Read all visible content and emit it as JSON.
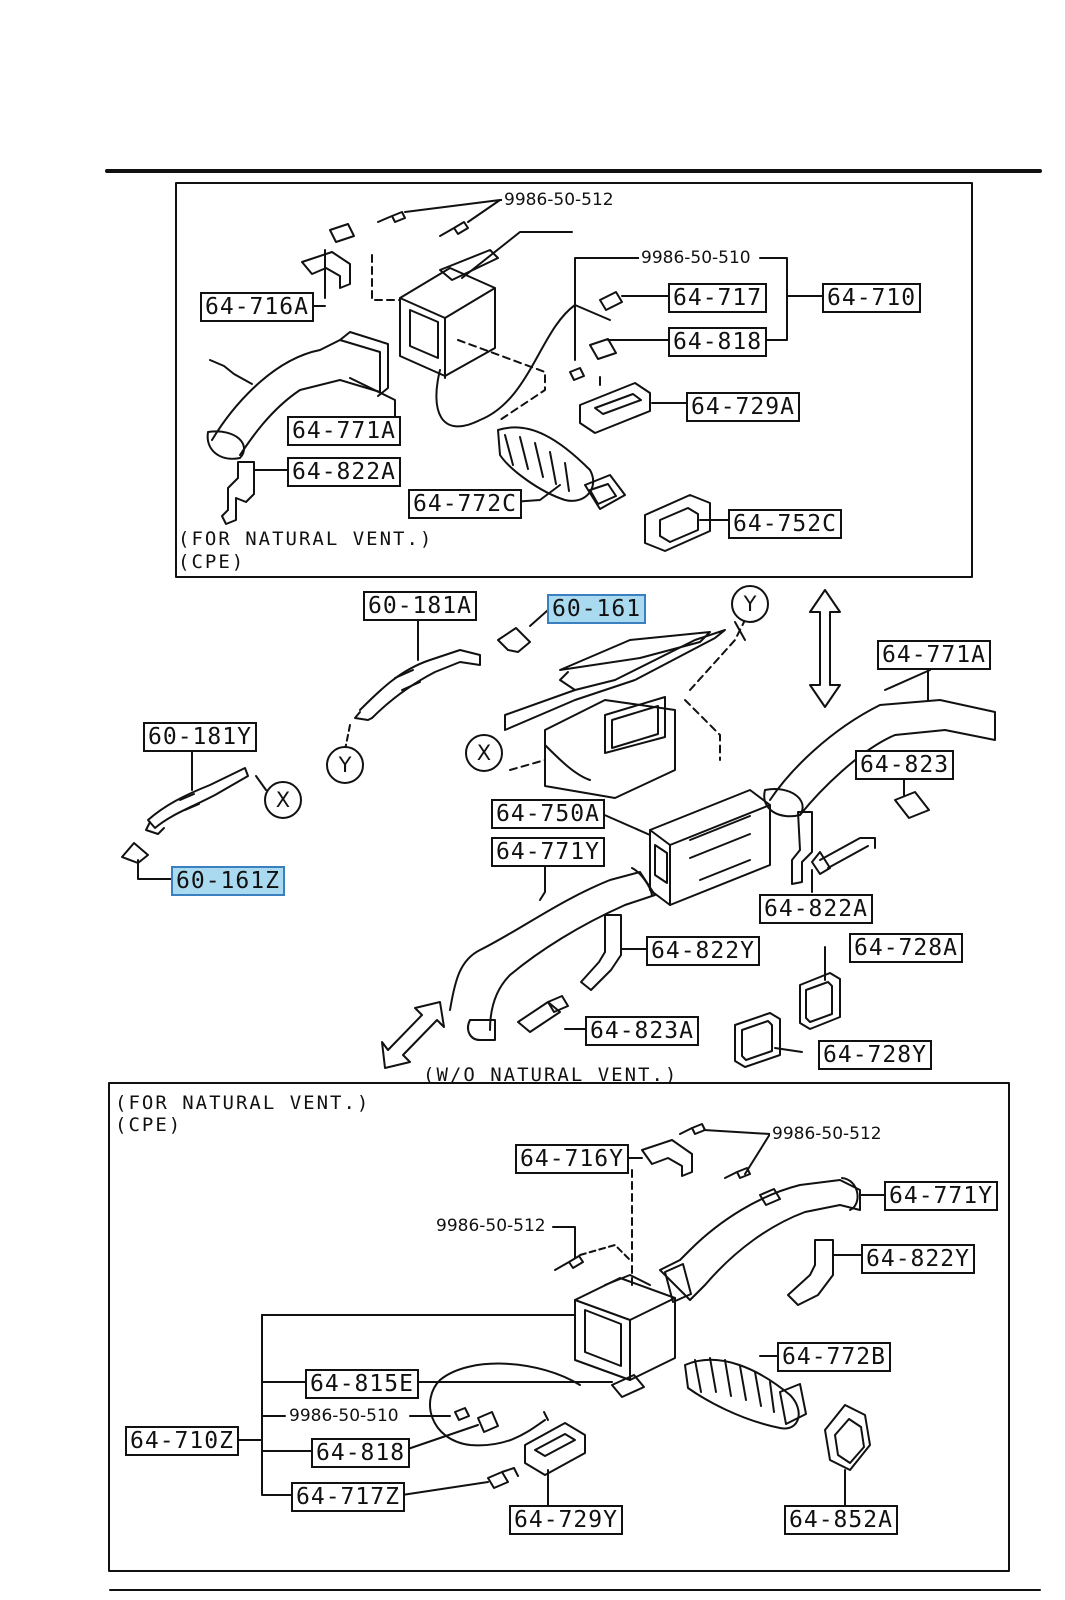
{
  "labels": {
    "top_screw_512": "9986-50-512",
    "top_screw_510": "9986-50-510",
    "top_716A": "64-716A",
    "top_717": "64-717",
    "top_710": "64-710",
    "top_818": "64-818",
    "top_729A": "64-729A",
    "top_771A": "64-771A",
    "top_822A": "64-822A",
    "top_772C": "64-772C",
    "top_752C": "64-752C",
    "mid_181A": "60-181A",
    "mid_161": "60-161",
    "mid_771A": "64-771A",
    "mid_181Y": "60-181Y",
    "mid_823": "64-823",
    "mid_750A": "64-750A",
    "mid_771Y": "64-771Y",
    "mid_161Z": "60-161Z",
    "mid_822A": "64-822A",
    "mid_822Y": "64-822Y",
    "mid_728A": "64-728A",
    "mid_823A": "64-823A",
    "mid_728Y": "64-728Y",
    "bot_716Y": "64-716Y",
    "bot_screw_512a": "9986-50-512",
    "bot_771Y": "64-771Y",
    "bot_screw_512b": "9986-50-512",
    "bot_822Y": "64-822Y",
    "bot_772B": "64-772B",
    "bot_815E": "64-815E",
    "bot_screw_510": "9986-50-510",
    "bot_710Z": "64-710Z",
    "bot_818": "64-818",
    "bot_717Z": "64-717Z",
    "bot_729Y": "64-729Y",
    "bot_852A": "64-852A"
  },
  "notes": {
    "top_for": "(FOR NATURAL VENT.)",
    "top_cpe": "(CPE)",
    "mid_wo": "(W/O NATURAL VENT.)",
    "bot_for": "(FOR NATURAL VENT.)",
    "bot_cpe": "(CPE)"
  },
  "callouts": {
    "y_upper": "Y",
    "y_left": "Y",
    "x_center": "X",
    "x_left": "X"
  },
  "colors": {
    "line": "#111111",
    "highlight_fill": "#a9daf0",
    "highlight_border": "#3a7fbf"
  }
}
